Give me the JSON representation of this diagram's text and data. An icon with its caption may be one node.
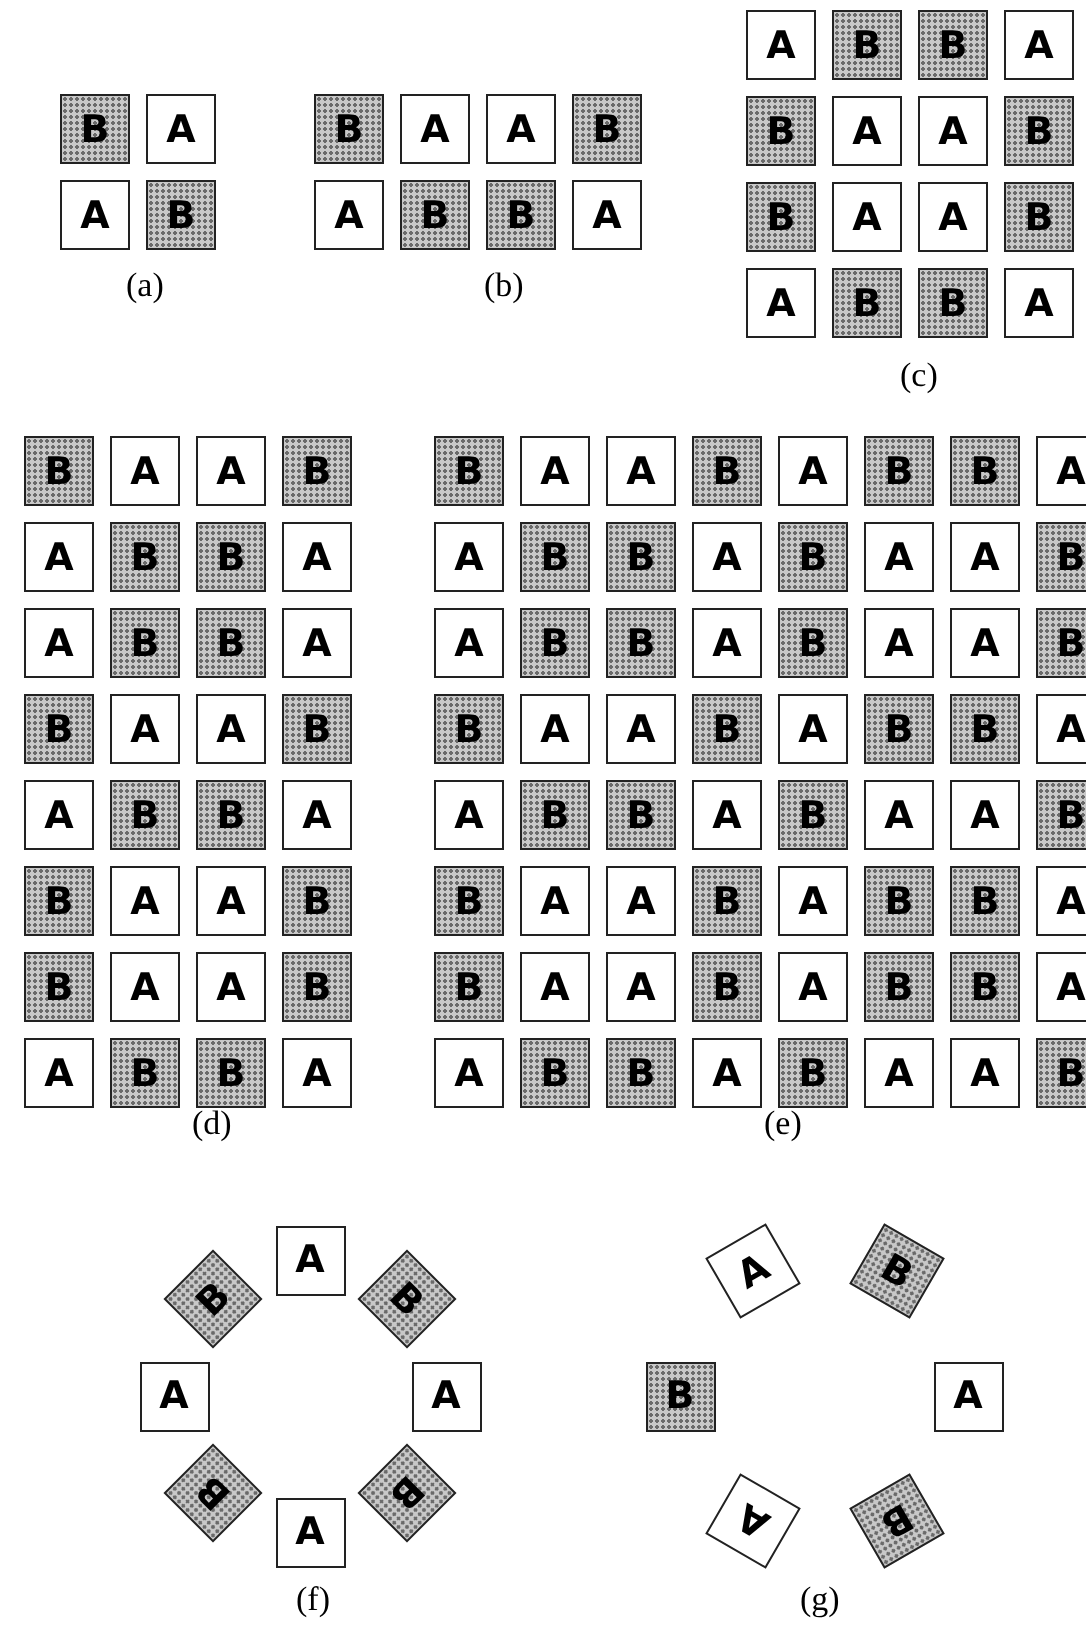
{
  "diagram": {
    "nodes": [
      {
        "text": [
          "B"
        ]
      },
      {
        "text": [
          "A"
        ]
      },
      {
        "text": [
          "A"
        ]
      },
      {
        "text": [
          "B"
        ]
      },
      {
        "text": [
          "B"
        ]
      },
      {
        "text": [
          "A"
        ]
      },
      {
        "text": [
          "A"
        ]
      },
      {
        "text": [
          "B"
        ]
      },
      {
        "text": [
          "A"
        ]
      },
      {
        "text": [
          "B"
        ]
      },
      {
        "text": [
          "B"
        ]
      },
      {
        "text": [
          "A"
        ]
      },
      {
        "text": [
          "A"
        ]
      },
      {
        "text": [
          "B"
        ]
      },
      {
        "text": [
          "B"
        ]
      },
      {
        "text": [
          "A"
        ]
      },
      {
        "text": [
          "B"
        ]
      },
      {
        "text": [
          "A"
        ]
      },
      {
        "text": [
          "A"
        ]
      },
      {
        "text": [
          "B"
        ]
      },
      {
        "text": [
          "B"
        ]
      },
      {
        "text": [
          "A"
        ]
      },
      {
        "text": [
          "A"
        ]
      },
      {
        "text": [
          "B"
        ]
      },
      {
        "text": [
          "A"
        ]
      },
      {
        "text": [
          "B"
        ]
      },
      {
        "text": [
          "B"
        ]
      },
      {
        "text": [
          "A"
        ]
      },
      {
        "text": [
          "B"
        ]
      },
      {
        "text": [
          "A"
        ]
      },
      {
        "text": [
          "A"
        ]
      },
      {
        "text": [
          "B"
        ]
      },
      {
        "text": [
          "A"
        ]
      },
      {
        "text": [
          "B"
        ]
      },
      {
        "text": [
          "B"
        ]
      },
      {
        "text": [
          "A"
        ]
      },
      {
        "text": [
          "A"
        ]
      },
      {
        "text": [
          "B"
        ]
      },
      {
        "text": [
          "B"
        ]
      },
      {
        "text": [
          "A"
        ]
      },
      {
        "text": [
          "B"
        ]
      },
      {
        "text": [
          "A"
        ]
      },
      {
        "text": [
          "A"
        ]
      },
      {
        "text": [
          "B"
        ]
      },
      {
        "text": [
          "A"
        ]
      },
      {
        "text": [
          "B"
        ]
      },
      {
        "text": [
          "B"
        ]
      },
      {
        "text": [
          "A"
        ]
      },
      {
        "text": [
          "B"
        ]
      },
      {
        "text": [
          "A"
        ]
      },
      {
        "text": [
          "A"
        ]
      },
      {
        "text": [
          "B"
        ]
      },
      {
        "text": [
          "B"
        ]
      },
      {
        "text": [
          "A"
        ]
      },
      {
        "text": [
          "A"
        ]
      },
      {
        "text": [
          "B"
        ]
      },
      {
        "text": [
          "A"
        ]
      },
      {
        "text": [
          "B"
        ]
      },
      {
        "text": [
          "B"
        ]
      },
      {
        "text": [
          "A"
        ]
      },
      {
        "text": [
          "B"
        ]
      },
      {
        "text": [
          "A"
        ]
      },
      {
        "text": [
          "A"
        ]
      },
      {
        "text": [
          "B"
        ]
      },
      {
        "text": [
          "A"
        ]
      },
      {
        "text": [
          "B"
        ]
      },
      {
        "text": [
          "B"
        ]
      },
      {
        "text": [
          "A"
        ]
      },
      {
        "text": [
          "A"
        ]
      },
      {
        "text": [
          "B"
        ]
      },
      {
        "text": [
          "B"
        ]
      },
      {
        "text": [
          "A"
        ]
      },
      {
        "text": [
          "B"
        ]
      },
      {
        "text": [
          "A"
        ]
      },
      {
        "text": [
          "A"
        ]
      },
      {
        "text": [
          "B"
        ]
      },
      {
        "text": [
          "A"
        ]
      },
      {
        "text": [
          "B"
        ]
      },
      {
        "text": [
          "B"
        ]
      },
      {
        "text": [
          "A"
        ]
      },
      {
        "text": [
          "B"
        ]
      },
      {
        "text": [
          "A"
        ]
      },
      {
        "text": [
          "A"
        ]
      },
      {
        "text": [
          "B"
        ]
      },
      {
        "text": [
          "B"
        ]
      },
      {
        "text": [
          "A"
        ]
      },
      {
        "text": [
          "A"
        ]
      },
      {
        "text": [
          "B"
        ]
      },
      {
        "text": [
          "A"
        ]
      },
      {
        "text": [
          "B"
        ]
      },
      {
        "text": [
          "B"
        ]
      },
      {
        "text": [
          "A"
        ]
      },
      {
        "text": [
          "A"
        ]
      },
      {
        "text": [
          "B"
        ]
      },
      {
        "text": [
          "B"
        ]
      },
      {
        "text": [
          "A"
        ]
      },
      {
        "text": [
          "B"
        ]
      },
      {
        "text": [
          "A"
        ]
      },
      {
        "text": [
          "A"
        ]
      },
      {
        "text": [
          "B"
        ]
      },
      {
        "text": [
          "B"
        ]
      },
      {
        "text": [
          "A"
        ]
      },
      {
        "text": [
          "A"
        ]
      },
      {
        "text": [
          "B"
        ]
      },
      {
        "text": [
          "A"
        ]
      },
      {
        "text": [
          "B"
        ]
      },
      {
        "text": [
          "B"
        ]
      },
      {
        "text": [
          "A"
        ]
      },
      {
        "text": [
          "B"
        ]
      },
      {
        "text": [
          "A"
        ]
      },
      {
        "text": [
          "A"
        ]
      },
      {
        "text": [
          "B"
        ]
      },
      {
        "text": [
          "A"
        ]
      },
      {
        "text": [
          "B"
        ]
      },
      {
        "text": [
          "B"
        ]
      },
      {
        "text": [
          "A"
        ]
      },
      {
        "text": [
          "A"
        ]
      },
      {
        "text": [
          "B"
        ]
      },
      {
        "text": [
          "B"
        ]
      },
      {
        "text": [
          "A"
        ]
      },
      {
        "text": [
          "B"
        ]
      },
      {
        "text": [
          "A"
        ]
      },
      {
        "text": [
          "A"
        ]
      },
      {
        "text": [
          "B"
        ]
      },
      {
        "text": [
          "A"
        ]
      },
      {
        "text": [
          "B"
        ]
      },
      {
        "text": [
          "B"
        ]
      },
      {
        "text": [
          "A"
        ]
      },
      {
        "text": [
          "A"
        ]
      },
      {
        "text": [
          "B"
        ]
      },
      {
        "text": [
          "B"
        ]
      },
      {
        "text": [
          "A"
        ]
      },
      {
        "text": [
          "A"
        ]
      },
      {
        "text": [
          "B"
        ]
      },
      {
        "text": [
          "B"
        ]
      },
      {
        "text": [
          "A"
        ]
      },
      {
        "text": [
          "A"
        ]
      },
      {
        "text": [
          "B"
        ]
      }
    ],
    "labels": [
      "(a)",
      "(b)",
      "(c)",
      "(d)",
      "(e)",
      "(f)",
      "(g)"
    ]
  }
}
